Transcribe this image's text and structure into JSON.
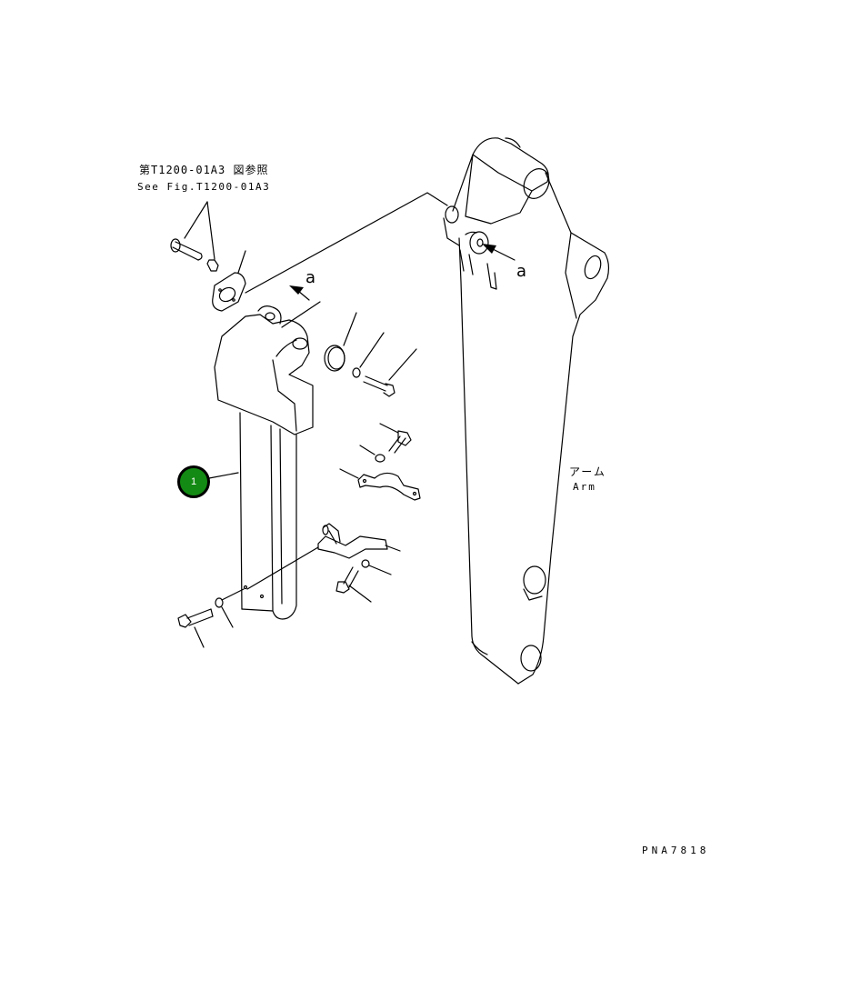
{
  "reference": {
    "japanese": "第T1200-01A3 図参照",
    "english": "See Fig.T1200-01A3"
  },
  "view_labels": {
    "a_left": "a",
    "a_right": "a"
  },
  "arm_label": {
    "japanese": "アーム",
    "english": "Arm"
  },
  "callouts": [
    {
      "number": "1",
      "color": "#138a13"
    }
  ],
  "figure_id": "PNA7818"
}
